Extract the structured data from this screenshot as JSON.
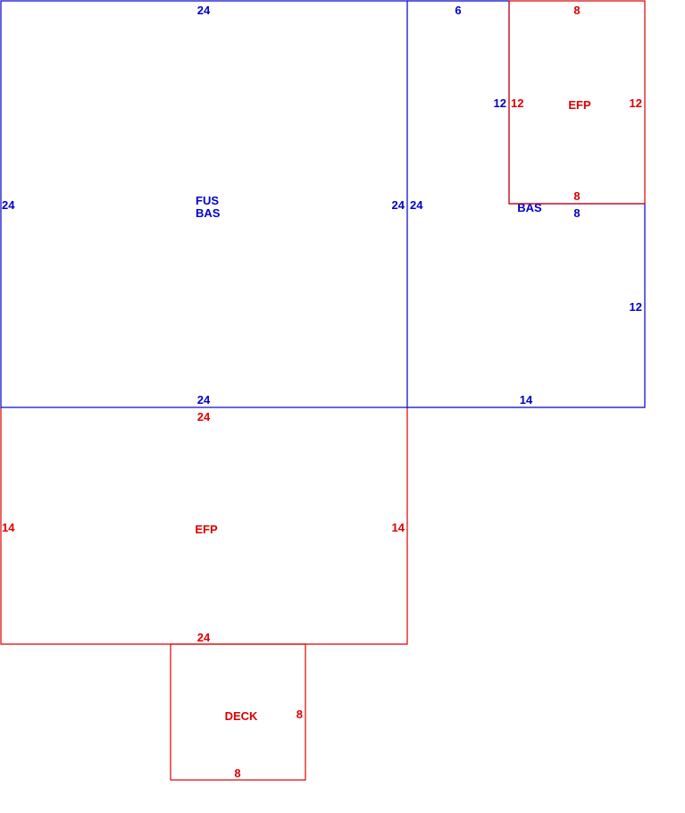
{
  "colors": {
    "living": "#0000cc",
    "porch": "#dd0000",
    "background": "#ffffff"
  },
  "areas": {
    "fus_bas": {
      "name_line1": "FUS",
      "name_line2": "BAS",
      "top": "24",
      "left": "24",
      "right": "24",
      "bottom": "24"
    },
    "bas": {
      "name": "BAS",
      "top": "6",
      "inner_left": "12",
      "left": "24",
      "notch_bottom": "8",
      "right": "12",
      "bottom": "14"
    },
    "efp_upper": {
      "name": "EFP",
      "top": "8",
      "left": "12",
      "right": "12",
      "bottom": "8"
    },
    "efp_lower": {
      "name": "EFP",
      "top": "24",
      "left": "14",
      "right": "14",
      "bottom": "24"
    },
    "deck": {
      "name": "DECK",
      "right": "8",
      "bottom": "8"
    }
  }
}
